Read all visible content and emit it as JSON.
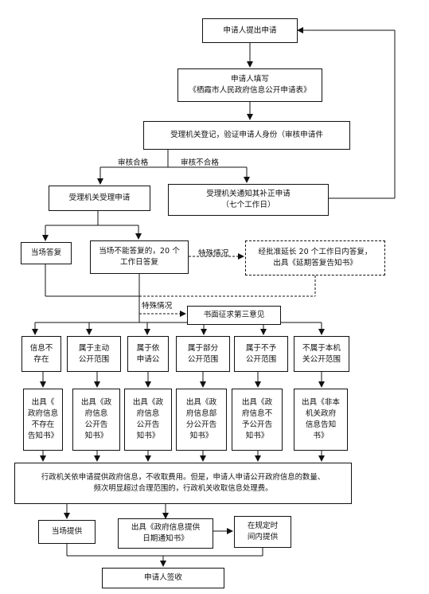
{
  "nodes": {
    "apply": "申请人提出申请",
    "fill": "申请人填写\n《栖霞市人民政府信息公开申请表》",
    "register": "受理机关登记，验证申请人身份（审核申请件",
    "accept": "受理机关受理申请",
    "notify": "受理机关通知其补正申请\n（七个工作日）",
    "onsite_reply": "当场答复",
    "cannot_reply": "当场不能答复的，20 个\n工作日答复",
    "extend": "经批准延长 20 个工作日内答复，\n出具《延期答复告知书》",
    "third_party": "书面征求第三意见",
    "cat_nonexist": "信息不\n存在",
    "cat_active": "属于主动\n公开范围",
    "cat_request": "属于依\n申请公",
    "cat_partial": "属于部分\n公开范围",
    "cat_notpublic": "属于不予\n公开范围",
    "cat_notagency": "不属于本机\n关公开范围",
    "out_nonexist": "出具《\n政府信息\n不存在\n告知书》",
    "out_active": "出具《政\n府信息\n公开告\n知书》",
    "out_request": "出具《政\n府信息\n公开告\n知书》",
    "out_partial": "出具《政\n府信息部\n分公开告\n知书》",
    "out_notpublic": "出具《政\n府信息不\n予公开告\n知书》",
    "out_notagency": "出具《非本\n机关政府\n信息告知\n书》",
    "fee": "行政机关依申请提供政府信息，不收取费用。但是，申请人申请公开政府信息的数量、\n频次明显超过合理范围的，行政机关收取信息处理费。",
    "provide_onsite": "当场提供",
    "provide_notice": "出具《政府信息提供\n日期通知书》",
    "provide_deadline": "在规定时\n间内提供",
    "sign": "申请人签收"
  },
  "labels": {
    "pass": "审核合格",
    "fail": "审核不合格",
    "special1": "特殊情况",
    "special2": "特殊情况"
  }
}
